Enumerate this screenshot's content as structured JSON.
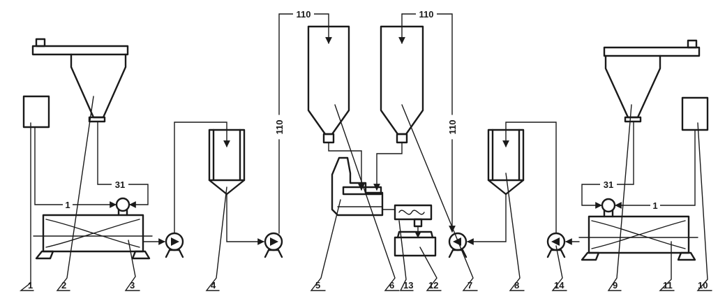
{
  "labels": {
    "l1": "1",
    "l2": "2",
    "l3": "3",
    "l4": "4",
    "l5": "5",
    "l6": "6",
    "l7": "7",
    "l8": "8",
    "l9": "9",
    "l10": "10",
    "l11": "11",
    "l12": "12",
    "l13": "13",
    "l14": "14"
  },
  "lines": {
    "line_1_left": "1",
    "line_1_right": "1",
    "line_31_left": "31",
    "line_31_right": "31",
    "line_110_top_left": "110",
    "line_110_top_right": "110",
    "line_110_vert_left": "110",
    "line_110_vert_right": "110"
  }
}
